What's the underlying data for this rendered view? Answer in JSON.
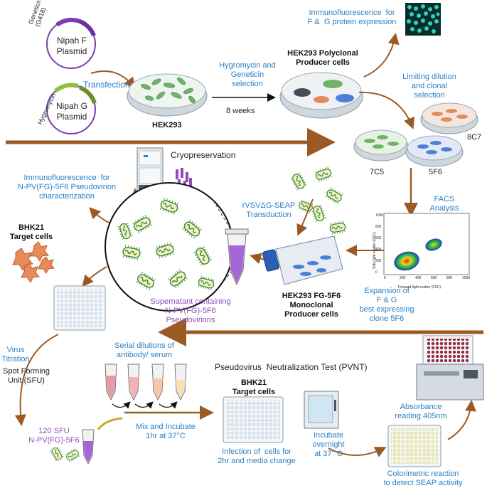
{
  "colors": {
    "main_arrow": "#9b5a24",
    "blue_text": "#2b7fc2",
    "purple_text": "#8e4db8",
    "green_cells": "#6fb36a",
    "blue_cells": "#4d7fd8",
    "orange_cells": "#e8895a",
    "plasmid_f": "#7a3fb0",
    "plasmid_g": "#8fbf3a",
    "pseudovirion_spikes": "#3f8f3a",
    "tube_liquid": "#a566d6"
  },
  "labels": {
    "geneticin": "Geneticin\n(G418)",
    "nipah_f_plasmid": "Nipah F\nPlasmid",
    "hygromycin": "Hygromycin",
    "nipah_g_plasmid": "Nipah G\nPlasmid",
    "transfection": "Transfection",
    "hek293": "HEK293",
    "selection": "Hygromycin and\nGeneticin\nselection",
    "weeks": "8 weeks",
    "polyclonal": "HEK293 Polyclonal\nProducer cells",
    "immunofluorescence_fg": "Immunofluorescence  for\nF &  G protein expression",
    "limiting_dilution": "Limiting dilution\nand clonal\nselection",
    "clone_8c7": "8C7",
    "clone_7c5": "7C5",
    "clone_5f6": "5F6",
    "facs": "FACS\nAnalysis",
    "cryopreservation": "Cryopreservation",
    "immunofluorescence_pv": "Immunofluorescence  for\nN-PV(FG)-5F6 Pseudovirion\ncharacterization",
    "transduction": "rVSVΔG-SEAP\nTransduction",
    "bhk21_target": "BHK21\nTarget cells",
    "monoclonal": "HEK293 FG-5F6\nMonoclonal\nProducer cells",
    "expansion": "Expansion of\nF & G\nbest expressing\nclone 5F6",
    "supernatant": "Supernatant containing\nN-PV(FG)-5F6\nPseudovirions",
    "virus_titration": "Virus\nTitration",
    "sfu": "Spot Forming\nUnit (SFU)",
    "serial_dilutions": "Serial dilutions of\nantibody/ serum",
    "pvnt": "Pseudovirus  Neutralization Test (PVNT)",
    "bhk21_target_2": "BHK21\nTarget cells",
    "sfu_120": "120 SFU\nN-PV(FG)-5F6",
    "mix_incubate": "Mix and Incubate\n1hr at 37°C",
    "infection": "Infection of  cells for\n2hr and media change",
    "incubate_overnight": "Incubate\novernight\nat 37° C",
    "absorbance": "Absorbance\nreading 405nm",
    "colorimetric": "Colorimetric reaction\nto detect SEAP activity"
  },
  "facs_plot": {
    "xlabel": "Forward light scatter (FSC)",
    "ylabel": "Side light scatter (SSC)",
    "x_ticks": [
      "0",
      "200",
      "400",
      "600",
      "800",
      "1000"
    ],
    "y_ticks": [
      "0",
      "200",
      "400",
      "600",
      "800",
      "1000"
    ]
  }
}
